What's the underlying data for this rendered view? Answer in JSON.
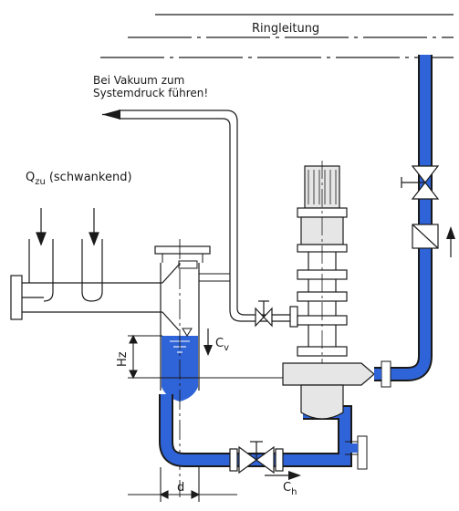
{
  "labels": {
    "ring_line": "Ringleitung",
    "vacuum_line1": "Bei Vakuum zum",
    "vacuum_line2": "Systemdruck führen!",
    "q_prefix": "Q",
    "q_sub": "zu",
    "q_suffix": "(schwankend)",
    "cv_main": "C",
    "cv_sub": "v",
    "hz": "Hz",
    "d": "d",
    "ch_main": "C",
    "ch_sub": "h"
  },
  "colors": {
    "water": "#2f63d8",
    "line": "#1a1a1a",
    "paper": "#ffffff",
    "pump_body": "#e6e6e6"
  }
}
